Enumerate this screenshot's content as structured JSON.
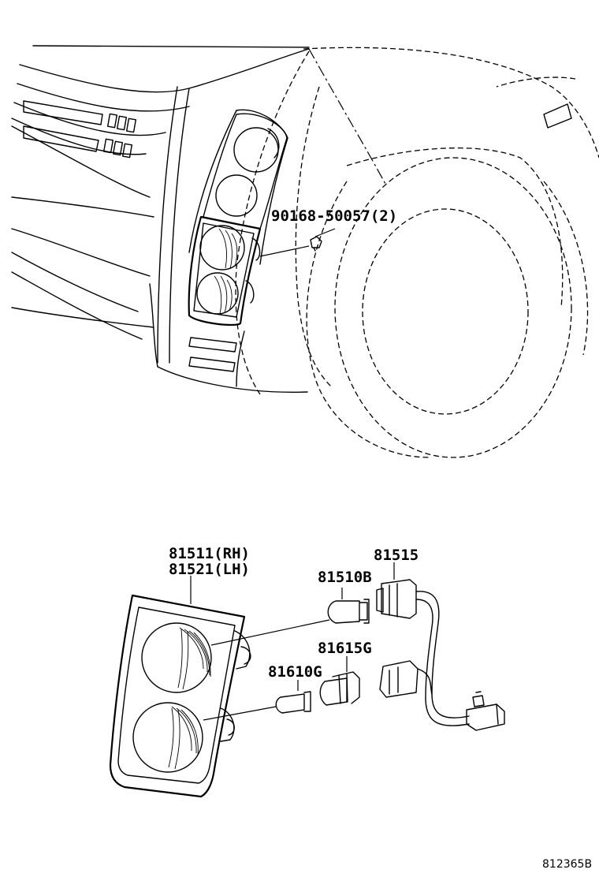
{
  "parts": {
    "bolt": "90168-50057(2)",
    "lamp_rh": "81511(RH)",
    "lamp_lh": "81521(LH)",
    "socket_wire": "81515",
    "bulb_upper": "81510B",
    "socket_lower": "81615G",
    "bulb_lower": "81610G"
  },
  "illustration_code": "812365B"
}
